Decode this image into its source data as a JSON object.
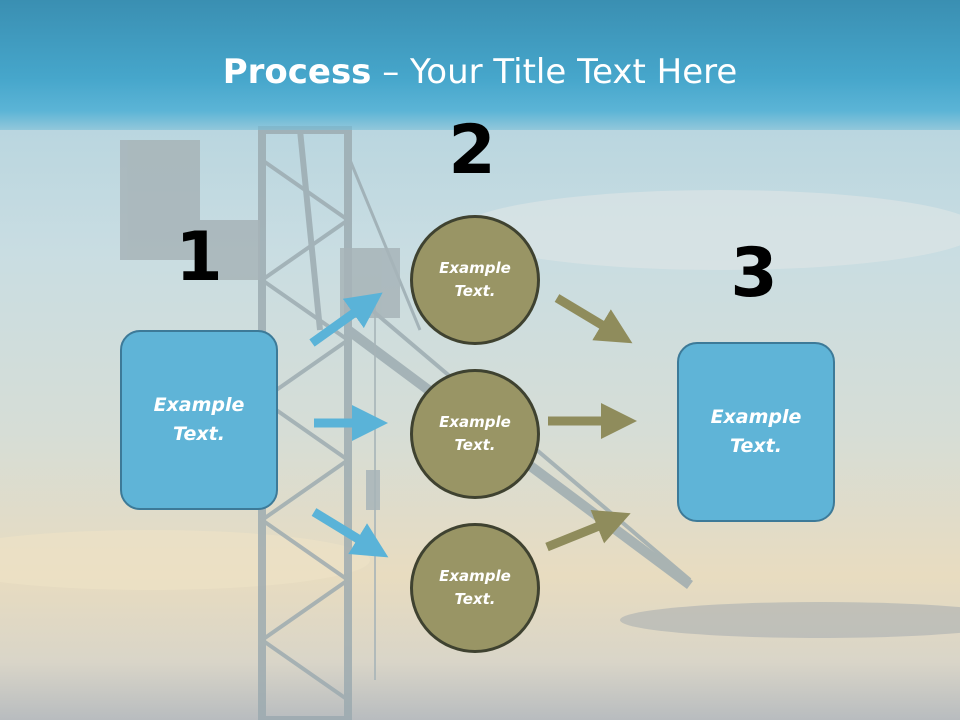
{
  "title": {
    "bold": "Process",
    "rest": " – Your Title Text Here"
  },
  "steps": [
    "1",
    "2",
    "3"
  ],
  "left_box": "Example\nText.",
  "right_box": "Example\nText.",
  "circles": [
    "Example\nText.",
    "Example\nText.",
    "Example\nText."
  ],
  "colors": {
    "title_bar": "#46a6cb",
    "box_fill": "#5fb4d7",
    "circle_fill": "#999565",
    "blue_arrow": "#5ab3d8",
    "olive_arrow": "#8f8c5c"
  }
}
